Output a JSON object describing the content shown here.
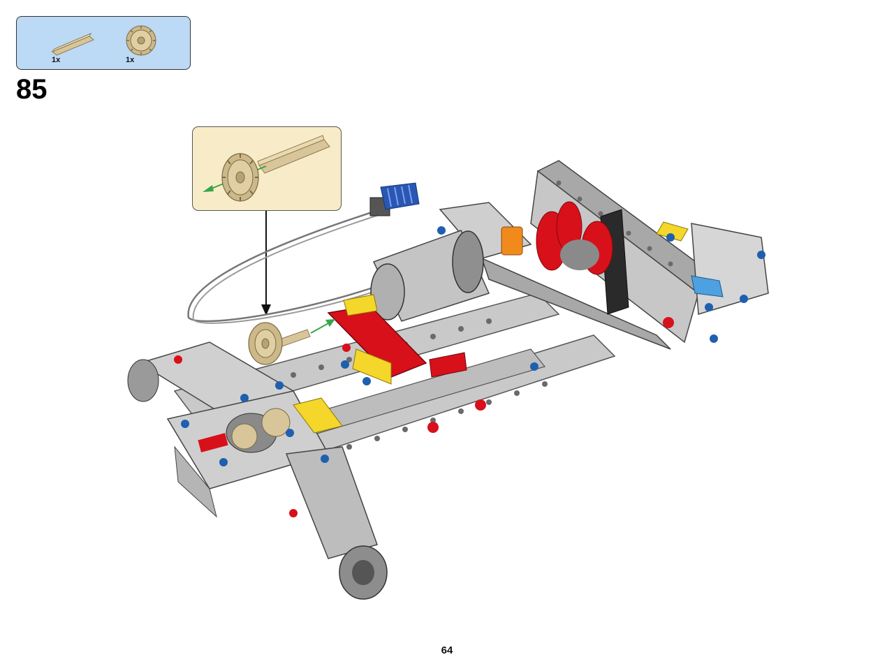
{
  "step": {
    "number": "85"
  },
  "parts": [
    {
      "icon": "axle-tan-icon",
      "quantity": "1x"
    },
    {
      "icon": "gear-24-tooth-tan-icon",
      "quantity": "1x"
    }
  ],
  "callout": {
    "icon": "gear-on-axle-icon"
  },
  "page": {
    "number": "64"
  },
  "colors": {
    "parts_bg": "#bcd9f5",
    "callout_bg": "#f8ecc8",
    "tan": "#d8c59a",
    "arrow_green": "#36a64a",
    "frame_gray": "#9a9a9a",
    "accent_red": "#d8101a",
    "accent_yellow": "#f5d62a",
    "accent_blue": "#1f5fb0"
  }
}
